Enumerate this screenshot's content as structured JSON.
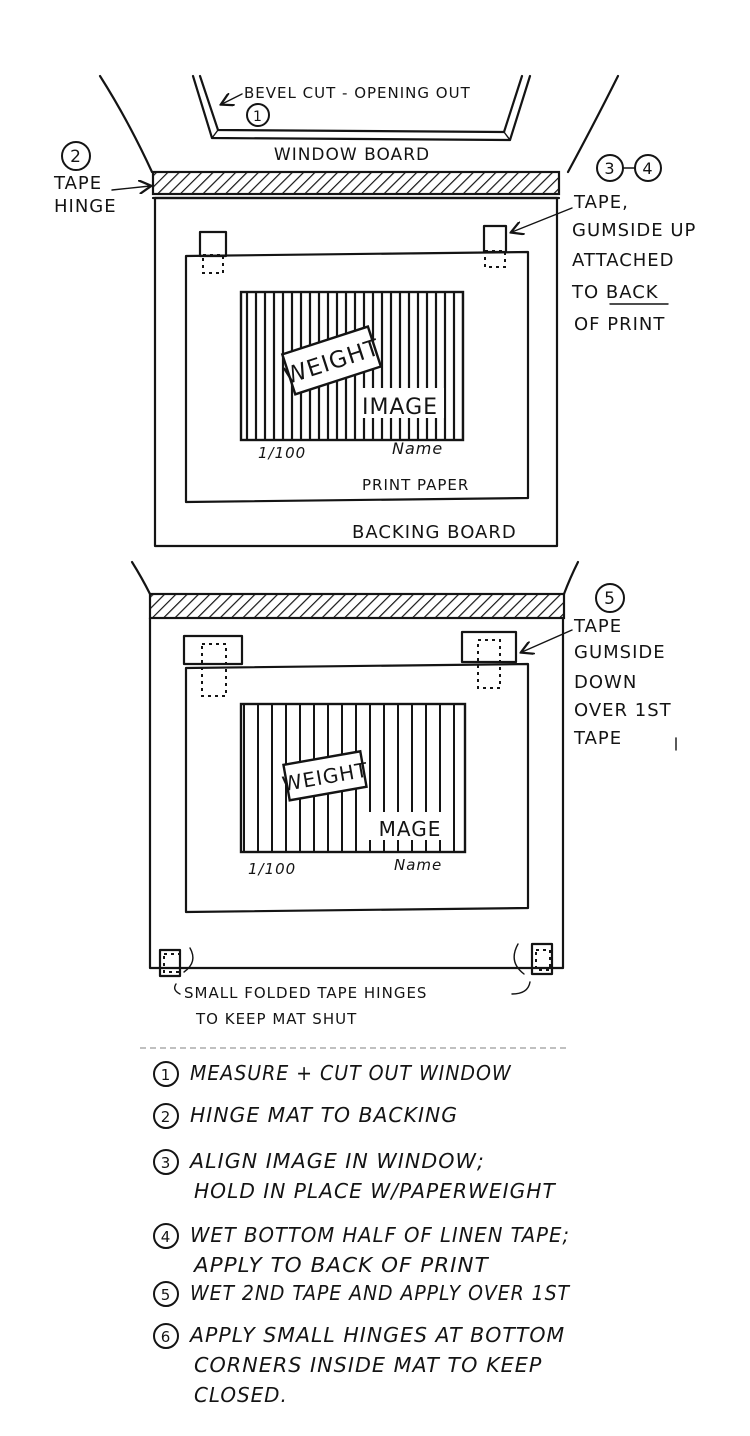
{
  "top_diagram": {
    "bevel_label": "BEVEL CUT - OPENING OUT",
    "bevel_num": "1",
    "window_board_label": "WINDOW BOARD",
    "hinge_num": "2",
    "hinge_label_1": "TAPE",
    "hinge_label_2": "HINGE",
    "tape_nums": [
      "3",
      "4"
    ],
    "tape_note": [
      "TAPE,",
      "GUMSIDE UP",
      "ATTACHED",
      "TO BACK",
      "OF PRINT"
    ],
    "weight_label": "WEIGHT",
    "image_label": "IMAGE",
    "edition_label": "1/100",
    "name_label": "Name",
    "print_paper_label": "PRINT PAPER",
    "backing_board_label": "BACKING BOARD"
  },
  "bottom_diagram": {
    "tape_num": "5",
    "tape_note": [
      "TAPE",
      "GUMSIDE",
      "DOWN",
      "OVER 1ST",
      "TAPE"
    ],
    "weight_label": "WEIGHT",
    "image_label": "MAGE",
    "edition_label": "1/100",
    "name_label": "Name",
    "small_hinges_1": "SMALL FOLDED TAPE HINGES",
    "small_hinges_2": "TO KEEP MAT SHUT"
  },
  "steps": [
    {
      "num": "1",
      "lines": [
        "MEASURE + CUT OUT WINDOW"
      ]
    },
    {
      "num": "2",
      "lines": [
        "HINGE MAT TO BACKING"
      ]
    },
    {
      "num": "3",
      "lines": [
        "ALIGN IMAGE IN WINDOW;",
        "HOLD IN PLACE W/PAPERWEIGHT"
      ]
    },
    {
      "num": "4",
      "lines": [
        "WET BOTTOM HALF OF LINEN TAPE;",
        "APPLY TO BACK OF PRINT"
      ]
    },
    {
      "num": "5",
      "lines": [
        "WET 2ND TAPE AND APPLY OVER 1ST"
      ]
    },
    {
      "num": "6",
      "lines": [
        "APPLY SMALL HINGES AT BOTTOM",
        "CORNERS INSIDE MAT TO KEEP",
        "CLOSED."
      ]
    }
  ]
}
